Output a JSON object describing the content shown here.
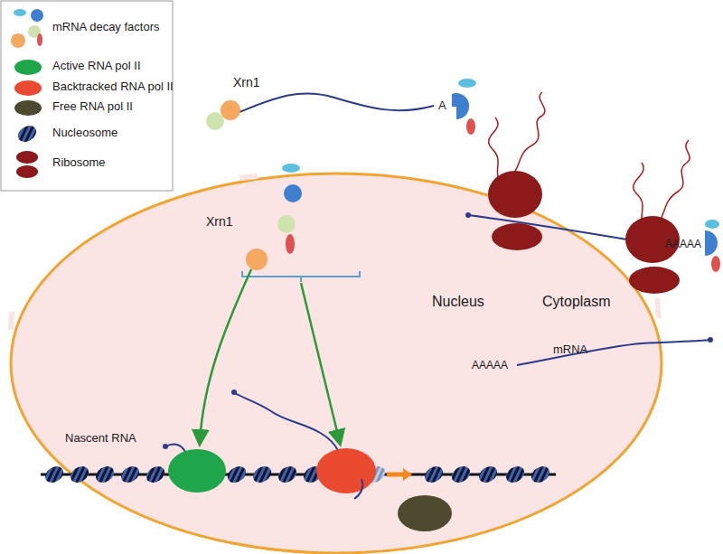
{
  "diagram": {
    "labels": [
      "Xrn1",
      "A",
      "AAAAA",
      "Xrn1",
      "Nucleus",
      "Cytoplasm",
      "mRNA",
      "AAAAA",
      "Nascent RNA"
    ],
    "legend": [
      {
        "text": "mRNA decay factors"
      },
      {
        "text": "Active RNA pol II",
        "color": "#1fa64a"
      },
      {
        "text": "Backtracked RNA pol II",
        "color": "#ea4a2f"
      },
      {
        "text": "Free  RNA pol II",
        "color": "#4d4a30"
      },
      {
        "text": "Nucleosome"
      },
      {
        "text": "Ribosome"
      }
    ]
  }
}
